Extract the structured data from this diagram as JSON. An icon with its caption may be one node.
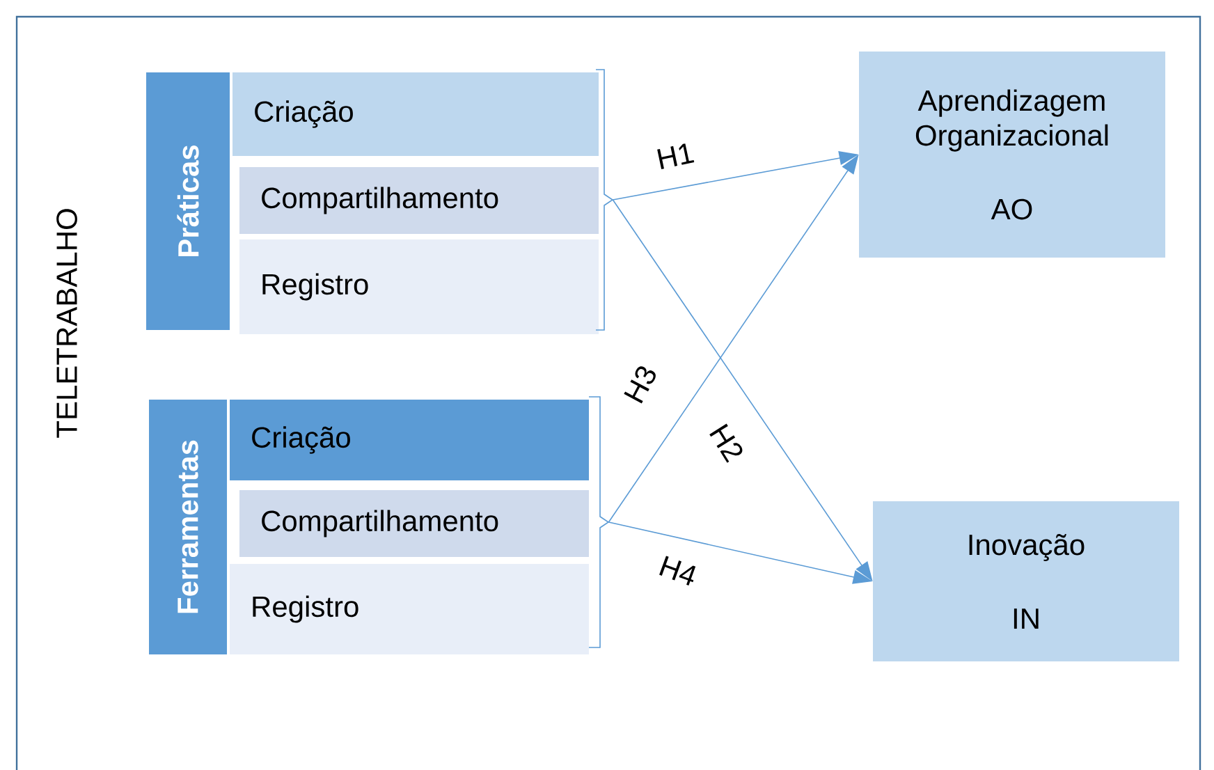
{
  "diagram": {
    "nodes": [
      {
        "text": [
          "Práticas"
        ]
      },
      {
        "text": [
          "Criação"
        ]
      },
      {
        "text": [
          "Compartilhamento"
        ]
      },
      {
        "text": [
          "Registro"
        ]
      },
      {
        "text": [],
        "shape": "bracket"
      },
      {
        "text": [
          "Ferramentas"
        ]
      },
      {
        "text": [
          "Criação"
        ]
      },
      {
        "text": [
          "Compartilhamento"
        ]
      },
      {
        "text": [
          "Registro"
        ]
      },
      {
        "text": [],
        "shape": "bracket"
      },
      {
        "text": [
          "Aprendizagem Organizacional",
          "AO"
        ]
      },
      {
        "text": [
          "Inovação",
          "IN"
        ]
      }
    ],
    "edges": [
      {
        "from": 4,
        "to": 10,
        "arrow": "to",
        "label": "H1"
      },
      {
        "from": 4,
        "to": 11,
        "arrow": "to",
        "label": "H2"
      },
      {
        "from": 9,
        "to": 10,
        "arrow": "to",
        "label": "H3"
      },
      {
        "from": 9,
        "to": 11,
        "arrow": "to",
        "label": "H4"
      }
    ],
    "labels": [
      "TELETRABALHO"
    ]
  }
}
